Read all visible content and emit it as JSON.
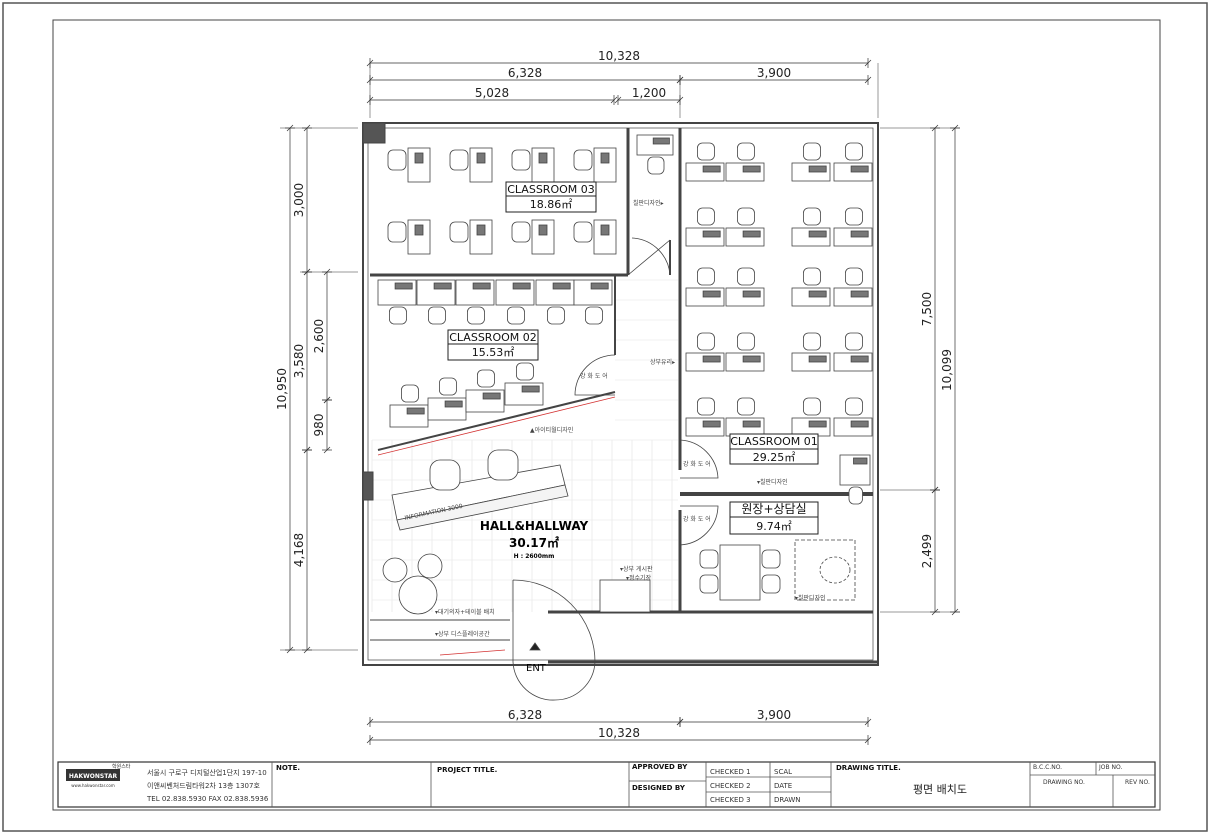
{
  "dimensions": {
    "top_total": "10,328",
    "top_left": "6,328",
    "top_right": "3,900",
    "top_sub_left": "5,028",
    "top_sub_right": "1,200",
    "left_total": "10,950",
    "left_top": "3,000",
    "left_mid": "3,580",
    "left_mid_a": "2,600",
    "left_mid_b": "980",
    "left_bottom": "4,168",
    "right_total": "10,099",
    "right_top": "7,500",
    "right_bottom": "2,499",
    "bottom_left": "6,328",
    "bottom_right": "3,900",
    "bottom_total": "10,328"
  },
  "rooms": {
    "classroom03": {
      "name": "CLASSROOM 03",
      "area": "18.86㎡"
    },
    "classroom02": {
      "name": "CLASSROOM 02",
      "area": "15.53㎡"
    },
    "classroom01": {
      "name": "CLASSROOM 01",
      "area": "29.25㎡"
    },
    "director": {
      "name": "원장+상담실",
      "area": "9.74㎡"
    },
    "hall": {
      "name": "HALL&HALLWAY",
      "area": "30.17㎡",
      "height": "H : 2600mm"
    }
  },
  "notes": {
    "blackboard1": "칠판디자인▸",
    "blackboard2": "▾칠판디자인",
    "blackboard3": "▾칠판디자인",
    "upper_glass": "상부유리▸",
    "tempered_door1": "강 화 도 어",
    "tempered_door2": "강 화 도 어",
    "tempered_door3": "강 화 도 어",
    "wall_design": "▲아이티월디자인",
    "information": "INFORMATION 3000",
    "bulletin": "▾상부 게시판",
    "purifier": "▾정수기장",
    "waiting": "▾대기의자+테이블 배치",
    "display": "▾상부 디스플레이공간",
    "entrance": "ENT"
  },
  "title_block": {
    "company_small": "학원스타",
    "company_logo": "HAKWONSTAR",
    "company_url": "www.hakwonstar.com",
    "address1": "서울시 구로구 디지털산업1단지 197-10",
    "address2": "이앤씨벤처드림타워2차 13층 1307호",
    "phone": "TEL 02.838.5930  FAX 02.838.5936",
    "note": "NOTE.",
    "project_title": "PROJECT TITLE.",
    "approved_by": "APPROVED BY",
    "designed_by": "DESIGNED BY",
    "checked1": "CHECKED 1",
    "checked2": "CHECKED 2",
    "checked3": "CHECKED 3",
    "scal": "SCAL",
    "date": "DATE",
    "drawn": "DRAWN",
    "drawing_title_label": "DRAWING TITLE.",
    "drawing_title": "평면 배치도",
    "bcc_no": "B.C.C.NO.",
    "job_no": "JOB NO.",
    "drawing_no": "DRAWING NO.",
    "rev_no": "REV NO."
  },
  "colors": {
    "line": "#222222",
    "wall": "#555555",
    "accent_red": "#d33333",
    "grid": "#e3e3e3"
  }
}
